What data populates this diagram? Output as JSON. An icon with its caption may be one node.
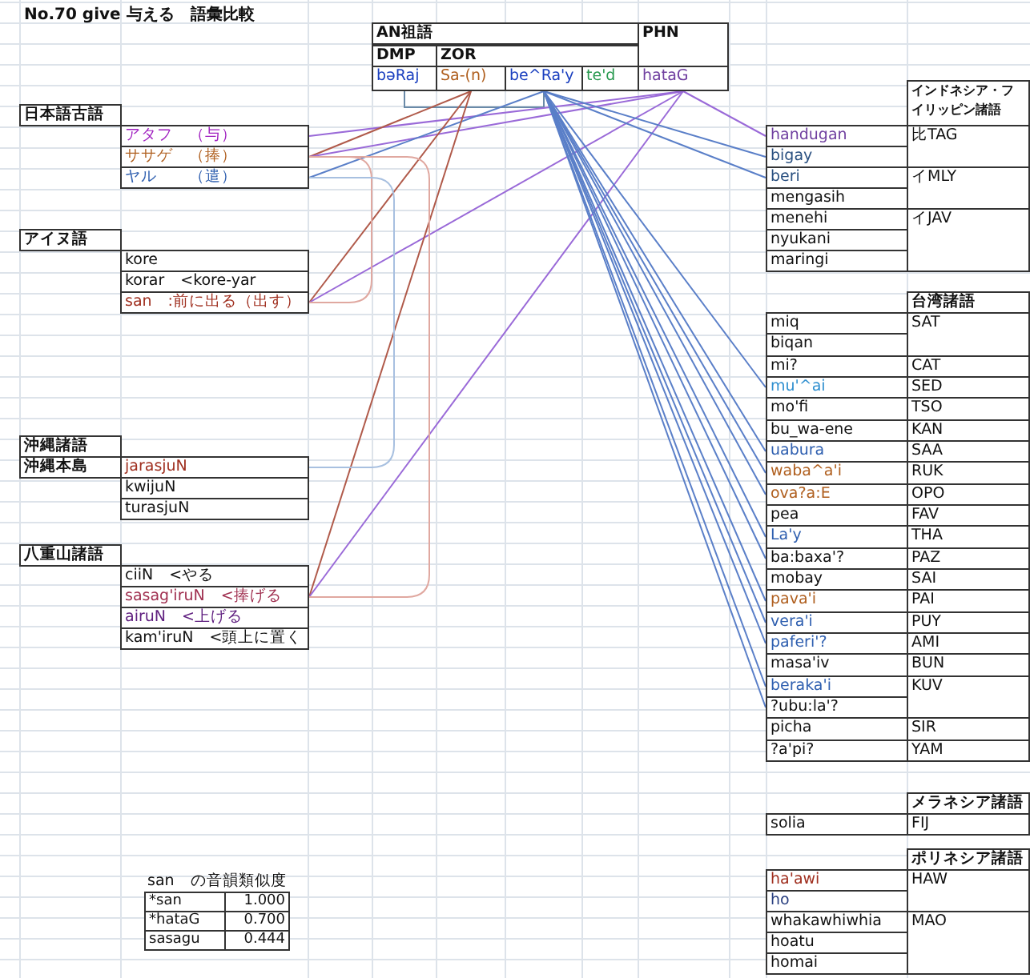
{
  "diagram": {
    "title": "No.70 give 与える　語彙比較",
    "nodes": [
      {
        "text": [
          "AN祖語"
        ]
      },
      {
        "text": [
          "PHN"
        ]
      },
      {
        "text": [
          "DMP"
        ]
      },
      {
        "text": [
          "ZOR"
        ]
      },
      {
        "text": [
          "bəRaj"
        ]
      },
      {
        "text": [
          "Sa-(n)"
        ]
      },
      {
        "text": [
          "be^Ra'y"
        ]
      },
      {
        "text": [
          "te'd"
        ]
      },
      {
        "text": [
          "hataG"
        ]
      },
      {
        "text": [
          "日本語古語"
        ]
      },
      {
        "text": [
          "アタフ　（与）"
        ]
      },
      {
        "text": [
          "ササゲ　（捧）"
        ]
      },
      {
        "text": [
          "ヤル　　（遣）"
        ]
      },
      {
        "text": [
          "アイヌ語"
        ]
      },
      {
        "text": [
          "kore"
        ]
      },
      {
        "text": [
          "korar　<kore-yar"
        ]
      },
      {
        "text": [
          "san　:前に出る（出す）"
        ]
      },
      {
        "text": [
          "沖縄諸語"
        ]
      },
      {
        "text": [
          "沖縄本島"
        ]
      },
      {
        "text": [
          "jarasjuN"
        ]
      },
      {
        "text": [
          "kwijuN"
        ]
      },
      {
        "text": [
          "turasjuN"
        ]
      },
      {
        "text": [
          "八重山諸語"
        ]
      },
      {
        "text": [
          "ciiN　<やる"
        ]
      },
      {
        "text": [
          "sasag'iruN　<捧げる"
        ]
      },
      {
        "text": [
          "airuN　<上げる"
        ]
      },
      {
        "text": [
          "kam'iruN　<頭上に置く"
        ]
      },
      {
        "text": [
          "インドネシア・フイリッピン諸語"
        ]
      },
      {
        "text": [
          "handugan"
        ]
      },
      {
        "text": [
          "bigay"
        ]
      },
      {
        "text": [
          "beri"
        ]
      },
      {
        "text": [
          "mengasih"
        ]
      },
      {
        "text": [
          "menehi"
        ]
      },
      {
        "text": [
          "nyukani"
        ]
      },
      {
        "text": [
          "maringi"
        ]
      },
      {
        "text": [
          "比TAG"
        ]
      },
      {
        "text": [
          "イMLY"
        ]
      },
      {
        "text": [
          "イJAV"
        ]
      },
      {
        "text": [
          "台湾諸語"
        ]
      },
      {
        "text": [
          "miq"
        ]
      },
      {
        "text": [
          "biqan"
        ]
      },
      {
        "text": [
          "mi?"
        ]
      },
      {
        "text": [
          "mu'^ai"
        ]
      },
      {
        "text": [
          "mo'fi"
        ]
      },
      {
        "text": [
          "bu_wa-ene"
        ]
      },
      {
        "text": [
          "uabura"
        ]
      },
      {
        "text": [
          "waba^a'i"
        ]
      },
      {
        "text": [
          "ova?a:E"
        ]
      },
      {
        "text": [
          "pea"
        ]
      },
      {
        "text": [
          "La'y"
        ]
      },
      {
        "text": [
          "ba:baxa'?"
        ]
      },
      {
        "text": [
          "mobay"
        ]
      },
      {
        "text": [
          "pava'i"
        ]
      },
      {
        "text": [
          "vera'i"
        ]
      },
      {
        "text": [
          "paferi'?"
        ]
      },
      {
        "text": [
          "masa'iv"
        ]
      },
      {
        "text": [
          "beraka'i"
        ]
      },
      {
        "text": [
          "?ubu:la'?"
        ]
      },
      {
        "text": [
          "picha"
        ]
      },
      {
        "text": [
          "?a'pi?"
        ]
      },
      {
        "text": [
          "SAT"
        ]
      },
      {
        "text": [
          "CAT"
        ]
      },
      {
        "text": [
          "SED"
        ]
      },
      {
        "text": [
          "TSO"
        ]
      },
      {
        "text": [
          "KAN"
        ]
      },
      {
        "text": [
          "SAA"
        ]
      },
      {
        "text": [
          "RUK"
        ]
      },
      {
        "text": [
          "OPO"
        ]
      },
      {
        "text": [
          "FAV"
        ]
      },
      {
        "text": [
          "THA"
        ]
      },
      {
        "text": [
          "PAZ"
        ]
      },
      {
        "text": [
          "SAI"
        ]
      },
      {
        "text": [
          "PAI"
        ]
      },
      {
        "text": [
          "PUY"
        ]
      },
      {
        "text": [
          "AMI"
        ]
      },
      {
        "text": [
          "BUN"
        ]
      },
      {
        "text": [
          "KUV"
        ]
      },
      {
        "text": [
          "SIR"
        ]
      },
      {
        "text": [
          "YAM"
        ]
      },
      {
        "text": [
          "メラネシア諸語"
        ]
      },
      {
        "text": [
          "solia"
        ]
      },
      {
        "text": [
          "FIJ"
        ]
      },
      {
        "text": [
          "ポリネシア諸語"
        ]
      },
      {
        "text": [
          "ha'awi"
        ]
      },
      {
        "text": [
          "ho"
        ]
      },
      {
        "text": [
          "whakawhiwhia"
        ]
      },
      {
        "text": [
          "hoatu"
        ]
      },
      {
        "text": [
          "homai"
        ]
      },
      {
        "text": [
          "HAW"
        ]
      },
      {
        "text": [
          "MAO"
        ]
      }
    ],
    "edges": [
      {
        "from": 4,
        "to": 6,
        "arrow": "none",
        "color": "#6a8aa8"
      },
      {
        "from": 10,
        "to": 8,
        "arrow": "none",
        "color": "#9a6ad8"
      },
      {
        "from": 11,
        "to": 5,
        "arrow": "none",
        "color": "#b05a4a"
      },
      {
        "from": 11,
        "to": 8,
        "arrow": "none",
        "color": "#9a6ad8"
      },
      {
        "from": 12,
        "to": 6,
        "arrow": "none"
      },
      {
        "from": 16,
        "to": 5,
        "arrow": "none",
        "color": "#b05a4a"
      },
      {
        "from": 16,
        "to": 8,
        "arrow": "none",
        "color": "#9a6ad8"
      },
      {
        "from": 24,
        "to": 5,
        "arrow": "none",
        "color": "#b05a4a"
      },
      {
        "from": 24,
        "to": 8,
        "arrow": "none",
        "color": "#9a6ad8"
      },
      {
        "from": 11,
        "to": 16,
        "arrow": "none",
        "color": "#e0a8a0"
      },
      {
        "from": 11,
        "to": 24,
        "arrow": "none",
        "color": "#e0a8a0"
      },
      {
        "from": 12,
        "to": 19,
        "arrow": "none",
        "color": "#a8c0e0"
      },
      {
        "from": 8,
        "to": 28,
        "arrow": "none",
        "color": "#9a6ad8"
      },
      {
        "from": 6,
        "to": 29,
        "arrow": "none"
      },
      {
        "from": 6,
        "to": 30,
        "arrow": "none"
      },
      {
        "from": 6,
        "to": 42,
        "arrow": "none"
      },
      {
        "from": 6,
        "to": 45,
        "arrow": "none"
      },
      {
        "from": 6,
        "to": 46,
        "arrow": "none"
      },
      {
        "from": 6,
        "to": 47,
        "arrow": "none"
      },
      {
        "from": 6,
        "to": 49,
        "arrow": "none"
      },
      {
        "from": 6,
        "to": 50,
        "arrow": "none"
      },
      {
        "from": 6,
        "to": 52,
        "arrow": "none"
      },
      {
        "from": 6,
        "to": 53,
        "arrow": "none"
      },
      {
        "from": 6,
        "to": 54,
        "arrow": "none"
      },
      {
        "from": 6,
        "to": 56,
        "arrow": "none"
      },
      {
        "from": 6,
        "to": 57,
        "arrow": "none"
      }
    ],
    "labels": [
      "san　の音韻類似度",
      "*san",
      "1.000",
      "*hataG",
      "0.700",
      "sasagu",
      "0.444"
    ]
  }
}
